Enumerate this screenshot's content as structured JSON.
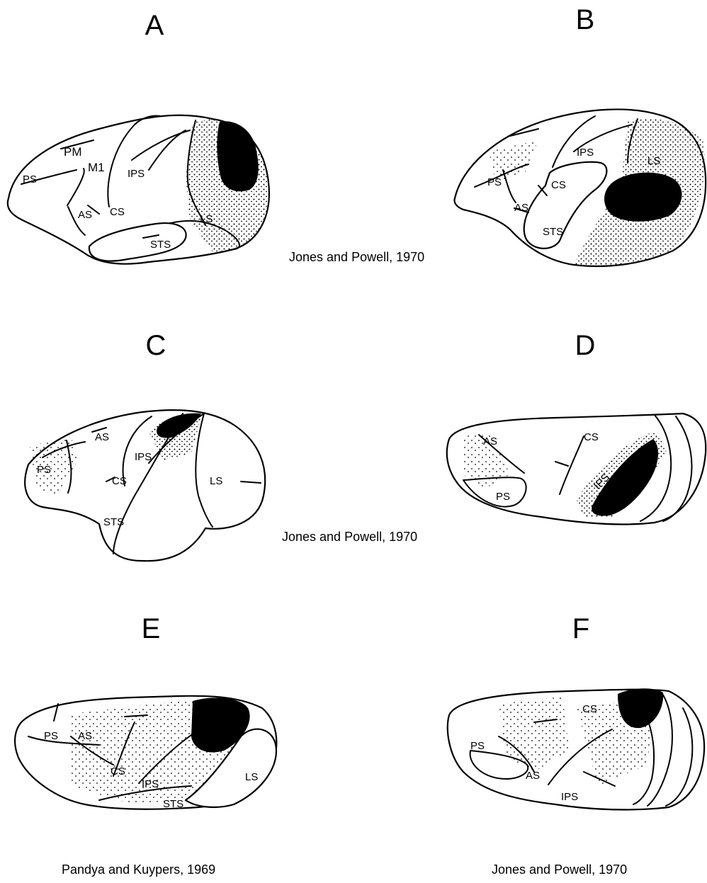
{
  "panels": {
    "A": {
      "letter": "A",
      "labels": {
        "ps": "PS",
        "pm": "PM",
        "m1": "M1",
        "ips": "IPS",
        "cs": "CS",
        "as": "AS",
        "ls": "LS",
        "sts": "STS"
      }
    },
    "B": {
      "letter": "B",
      "labels": {
        "ps": "PS",
        "as": "AS",
        "cs": "CS",
        "ips": "IPS",
        "ls": "LS",
        "sts": "STS"
      }
    },
    "C": {
      "letter": "C",
      "labels": {
        "as": "AS",
        "ps": "PS",
        "ips": "IPS",
        "cs": "CS",
        "ls": "LS",
        "sts": "STS"
      }
    },
    "D": {
      "letter": "D",
      "labels": {
        "as": "AS",
        "cs": "CS",
        "ips": "IPS",
        "ps": "PS"
      }
    },
    "E": {
      "letter": "E",
      "labels": {
        "ps": "PS",
        "as": "AS",
        "cs": "CS",
        "ips": "IPS",
        "ls": "LS",
        "sts": "STS"
      }
    },
    "F": {
      "letter": "F",
      "labels": {
        "cs": "CS",
        "ps": "PS",
        "as": "AS",
        "ips": "IPS"
      }
    }
  },
  "citations": {
    "ab": "Jones and Powell, 1970",
    "cd": "Jones and Powell, 1970",
    "e": "Pandya and Kuypers, 1969",
    "f": "Jones and Powell, 1970"
  }
}
